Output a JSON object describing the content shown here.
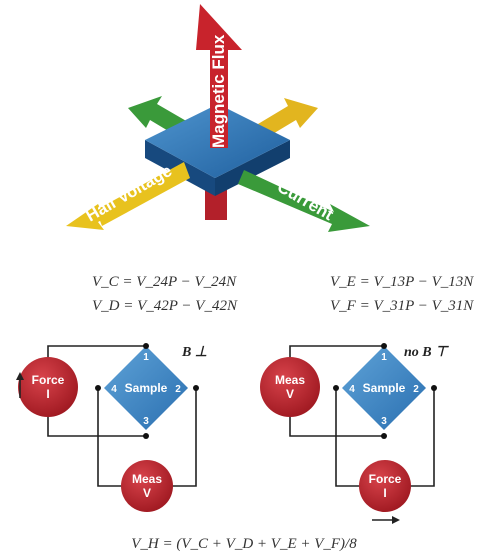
{
  "top_graphic": {
    "magnetic_flux_label": "Magnetic Flux",
    "hall_voltage_label": "Hall Voltage",
    "current_label": "Current",
    "colors": {
      "red": "#c8232c",
      "green": "#3a9a3a",
      "yellow": "#e8c21e",
      "blue": "#2b6fb0"
    }
  },
  "left_setup": {
    "eq1": "V_C = V_24P − V_24N",
    "eq2": "V_D = V_42P − V_42N",
    "field_label": "B ⊥",
    "source_top": {
      "line1": "Force",
      "line2": "I"
    },
    "source_bottom": {
      "line1": "Meas",
      "line2": "V"
    },
    "sample_label": "Sample",
    "nodes": [
      "1",
      "2",
      "3",
      "4"
    ]
  },
  "right_setup": {
    "eq1": "V_E = V_13P − V_13N",
    "eq2": "V_F = V_31P − V_31N",
    "field_label": "no B ⊤",
    "source_top": {
      "line1": "Meas",
      "line2": "V"
    },
    "source_bottom": {
      "line1": "Force",
      "line2": "I"
    },
    "sample_label": "Sample",
    "nodes": [
      "1",
      "2",
      "3",
      "4"
    ]
  },
  "bottom_formula": "V_H = (V_C + V_D + V_E + V_F)/8"
}
